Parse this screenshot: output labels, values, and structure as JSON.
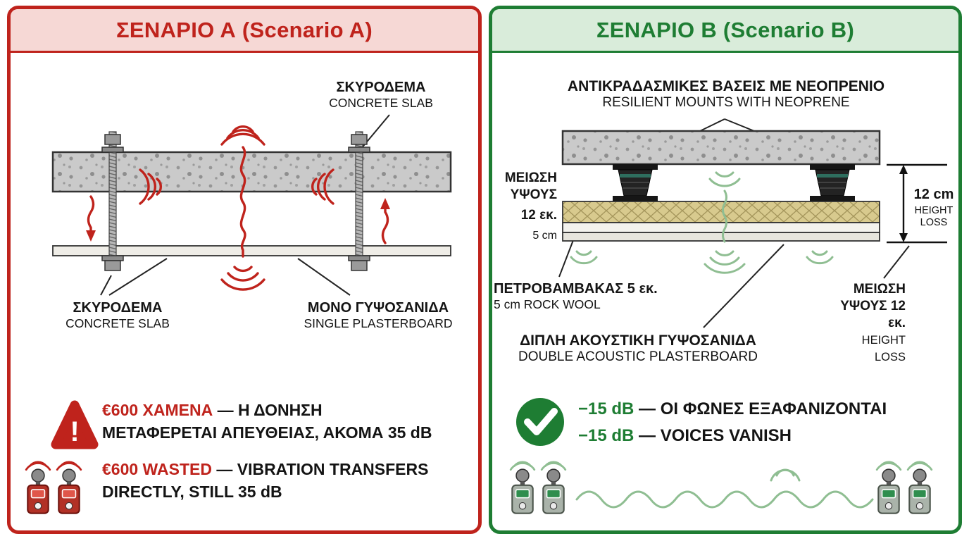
{
  "colors": {
    "red": "#bf231c",
    "red-bg": "#f6d8d5",
    "green": "#1e7d33",
    "green-bg": "#d9ecda",
    "green-soft": "#8fbe92",
    "ink": "#141414",
    "line": "#222222"
  },
  "panel_a": {
    "title": "ΣΕΝΑΡΙΟ Α (Scenario A)",
    "labels": {
      "concrete_top": {
        "gr": "ΣΚΥΡΟΔΕΜΑ",
        "en": "CONCRETE SLAB"
      },
      "concrete_bottom": {
        "gr": "ΣΚΥΡΟΔΕΜΑ",
        "en": "CONCRETE SLAB"
      },
      "plasterboard": {
        "gr": "ΜΟΝΟ ΓΥΨΟΣΑΝΙΔΑ",
        "en": "SINGLE PLASTERBOARD"
      }
    },
    "result": {
      "gr_highlight": "€600 ΧΑΜΕΝΑ",
      "gr_line1_rest": " — Η ΔΟΝΗΣΗ",
      "gr_line2": "ΜΕΤΑΦΕΡΕΤΑΙ ΑΠΕΥΘΕΙΑΣ, ΑΚΟΜΑ 35 dB",
      "en_highlight": "€600 WASTED",
      "en_line1_rest": " — VIBRATION TRANSFERS",
      "en_line2": "DIRECTLY, STILL 35 dB"
    },
    "icons": {
      "warning_glyph": "!"
    }
  },
  "panel_b": {
    "title": "ΣΕΝΑΡΙΟ Β (Scenario B)",
    "labels": {
      "mounts": {
        "gr": "ΑΝΤΙΚΡΑΔΑΣΜΙΚΕΣ ΒΑΣΕΙΣ ΜΕ ΝΕΟΠΡΕΝΙΟ",
        "en": "RESILIENT MOUNTS WITH NEOPRENE"
      },
      "height_left": {
        "l1": "ΜΕΙΩΣΗ",
        "l2": "ΥΨΟΥΣ",
        "l3": "12 εκ.",
        "l4": "5 cm"
      },
      "height_dim": {
        "value": "12 cm",
        "l1": "HEIGHT",
        "l2": "LOSS"
      },
      "rockwool": {
        "gr": "ΠΕΤΡΟΒΑΜΒΑΚΑΣ 5 εκ.",
        "en": "5 cm ROCK WOOL"
      },
      "height_right": {
        "l1": "ΜΕΙΩΣΗ",
        "l2": "ΥΨΟΥΣ 12 εκ.",
        "l3": "HEIGHT LOSS"
      },
      "plasterboard": {
        "gr": "ΔΙΠΛΗ ΑΚΟΥΣΤΙΚΗ ΓΥΨΟΣΑΝΙΔΑ",
        "en": "DOUBLE ACOUSTIC PLASTERBOARD"
      }
    },
    "result": {
      "gr_highlight": "−15 dB",
      "gr_rest": " — ΟΙ ΦΩΝΕΣ ΕΞΑΦΑΝΙΖΟΝΤΑΙ",
      "en_highlight": "−15 dB",
      "en_rest": " — VOICES VANISH"
    },
    "icons": {
      "check_glyph": "✓"
    }
  }
}
